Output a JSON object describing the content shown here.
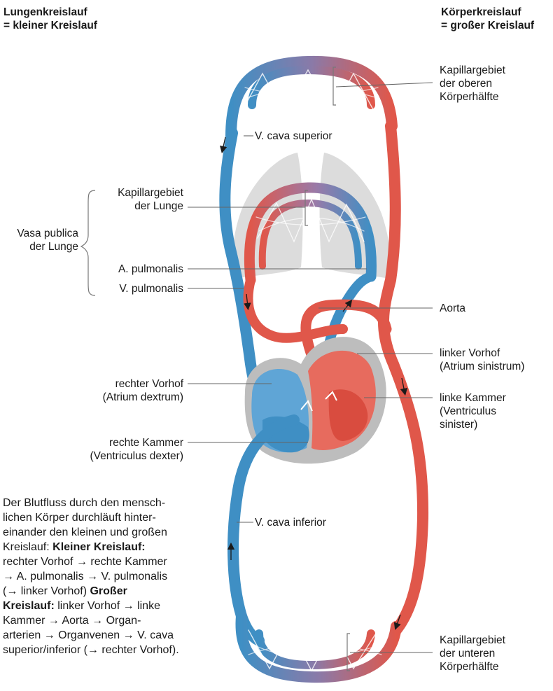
{
  "headers": {
    "left_line1": "Lungenkreislauf",
    "left_line2": "= kleiner Kreislauf",
    "right_line1": "Körperkreislauf",
    "right_line2": "= großer Kreislauf"
  },
  "labels": {
    "kapillar_oben": [
      "Kapillargebiet",
      "der oberen",
      "Körperhälfte"
    ],
    "vena_cava_superior": "V. cava superior",
    "kapillar_lunge": [
      "Kapillargebiet",
      "der Lunge"
    ],
    "vasa_publica": [
      "Vasa publica",
      "der Lunge"
    ],
    "a_pulmonalis": "A. pulmonalis",
    "v_pulmonalis": "V. pulmonalis",
    "aorta": "Aorta",
    "linker_vorhof": [
      "linker Vorhof",
      "(Atrium sinistrum)"
    ],
    "rechter_vorhof": [
      "rechter Vorhof",
      "(Atrium dextrum)"
    ],
    "linke_kammer": [
      "linke Kammer",
      "(Ventriculus",
      "sinister)"
    ],
    "rechte_kammer": [
      "rechte Kammer",
      "(Ventriculus dexter)"
    ],
    "vena_cava_inferior": "V. cava inferior",
    "kapillar_unten": [
      "Kapillargebiet",
      "der unteren",
      "Körperhälfte"
    ]
  },
  "caption": {
    "lines": [
      "Der Blutfluss durch den mensch-",
      "lichen Körper durchläuft hinter-",
      "einander den kleinen und großen",
      "Kreislauf: ",
      "rechter Vorhof → rechte Kammer",
      "→ A. pulmonalis → V. pulmonalis",
      "(→ linker Vorhof) ",
      "Kreislauf:",
      " linker Vorhof → linke",
      "Kammer → Aorta → Organ-",
      "arterien → Organvenen → V. cava",
      "superior/inferior (→ rechter Vorhof)."
    ],
    "bold_kleiner": "Kleiner Kreislauf:",
    "bold_grosser": "Großer"
  },
  "colors": {
    "venous_blue": "#3f8fc4",
    "venous_blue_dark": "#2a6f9e",
    "arterial_red": "#e0574a",
    "arterial_red_dark": "#c53a2f",
    "lung_gray": "#dcdcdc",
    "heart_outline": "#bdbdbd",
    "leader_line": "#666666"
  }
}
